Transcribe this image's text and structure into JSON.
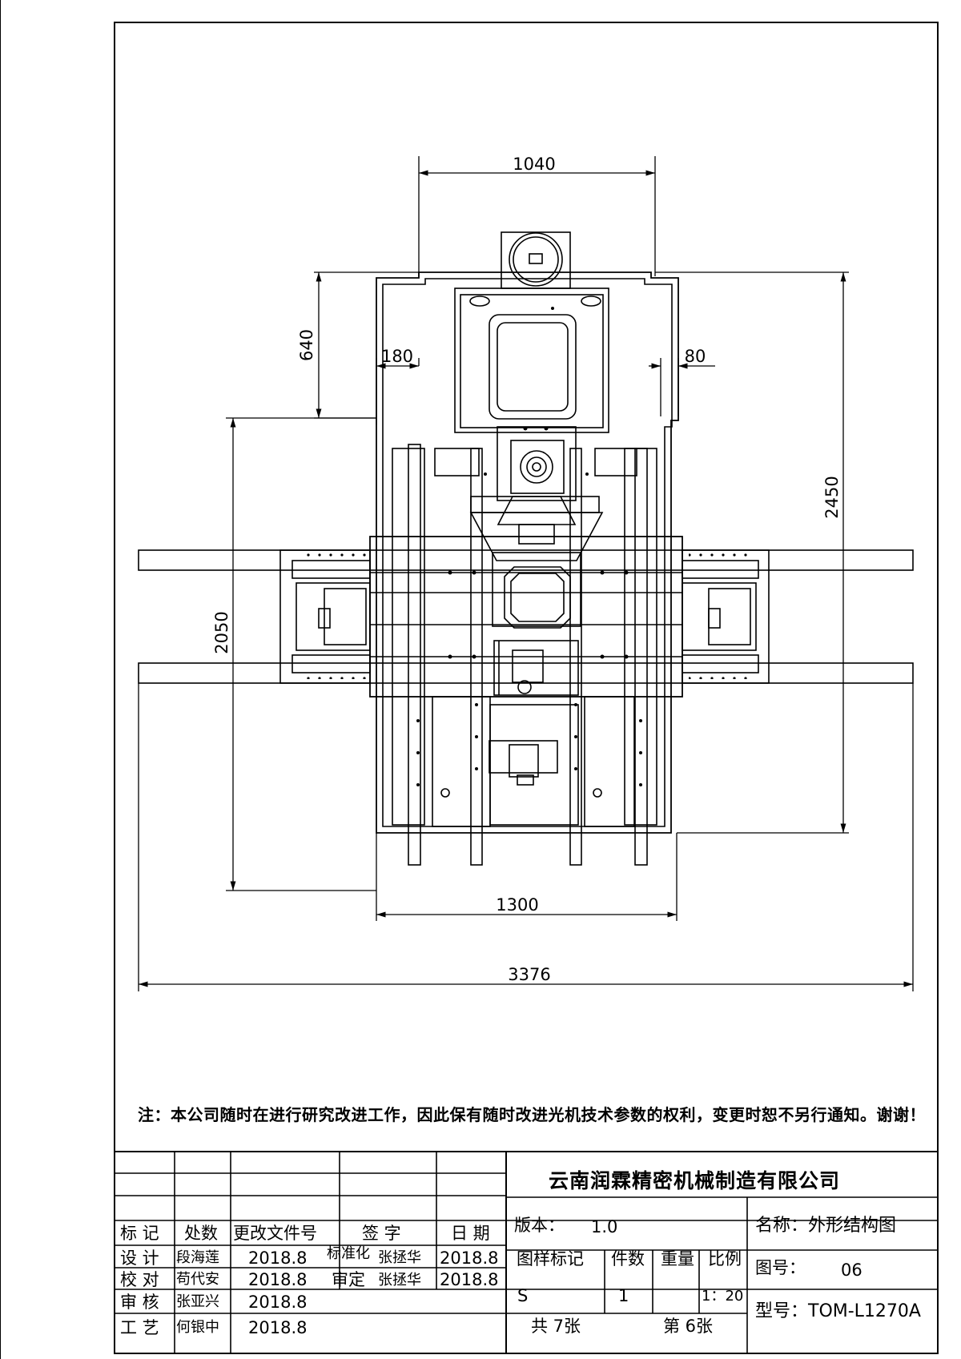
{
  "dimensions": {
    "top_width": "1040",
    "upper_height": "640",
    "left_step": "180",
    "right_step": "80",
    "total_height": "2450",
    "mid_height": "2050",
    "base_width": "1300",
    "overall_width": "3376"
  },
  "note": "注：本公司随时在进行研究改进工作，因此保有随时改进光机技术参数的权利，变更时恕不另行通知。谢谢！",
  "title_block": {
    "company": "云南润霖精密机械制造有限公司",
    "version_label": "版本：",
    "version_value": "1.0",
    "name_label": "名称：外形结构图",
    "drawing_no_label": "图号：",
    "drawing_no_value": "06",
    "model_label": "型号：TOM-L1270A",
    "col_mark": "标 记",
    "col_place": "处数",
    "col_change_doc": "更改文件号",
    "col_sign": "签 字",
    "col_date": "日 期",
    "sample_mark": "图样标记",
    "count": "件数",
    "weight": "重量",
    "scale": "比例",
    "sample_value": "S",
    "count_value": "1",
    "scale_value": "1：20",
    "total_sheets": "共 7张",
    "sheet_no": "第 6张",
    "rows": [
      {
        "role": "设 计",
        "name": "段海莲",
        "date": "2018.8"
      },
      {
        "role": "校 对",
        "name": "苟代安",
        "date": "2018.8"
      },
      {
        "role": "审 核",
        "name": "张亚兴",
        "date": "2018.8"
      },
      {
        "role": "工 艺",
        "name": "何银中",
        "date": "2018.8"
      }
    ],
    "std_label": "标准化",
    "std_name": "张拯华",
    "std_date": "2018.8",
    "approve_label": "审定",
    "approve_name": "张拯华",
    "approve_date": "2018.8"
  }
}
